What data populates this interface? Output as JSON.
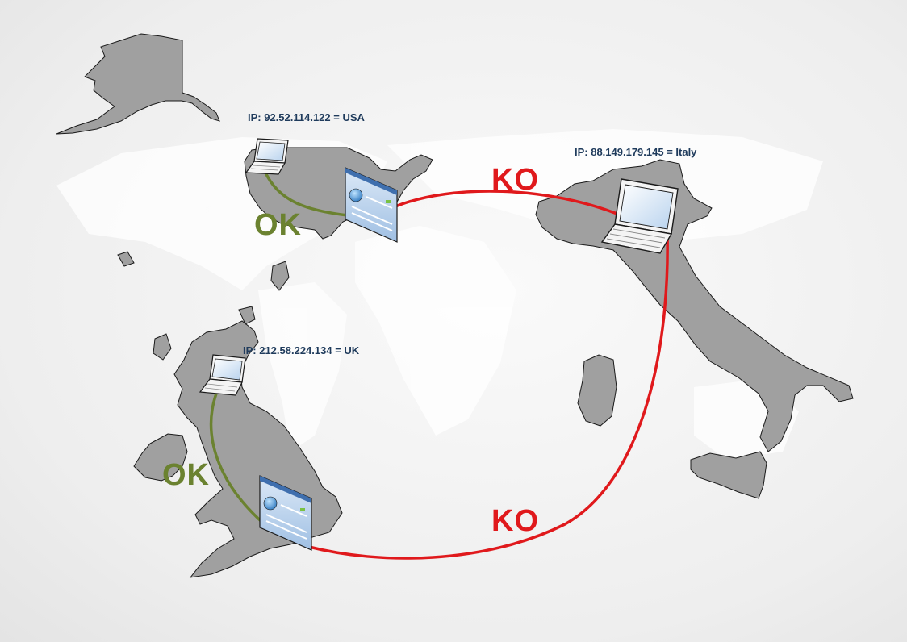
{
  "nodes": {
    "usa": {
      "ip_label": "IP: 92.52.114.122 = USA"
    },
    "italy": {
      "ip_label": "IP: 88.149.179.145 = Italy"
    },
    "uk": {
      "ip_label": "IP: 212.58.224.134 = UK"
    }
  },
  "links": {
    "usa_local": "OK",
    "usa_to_italy": "KO",
    "uk_local": "OK",
    "uk_to_italy": "KO"
  },
  "colors": {
    "ok": "#6b8230",
    "ko": "#e0191c",
    "land": "#a0a0a0",
    "world_bg": "#e8e8e8",
    "label": "#1f3b5c"
  },
  "icons": [
    "laptop-icon",
    "browser-window-icon"
  ]
}
